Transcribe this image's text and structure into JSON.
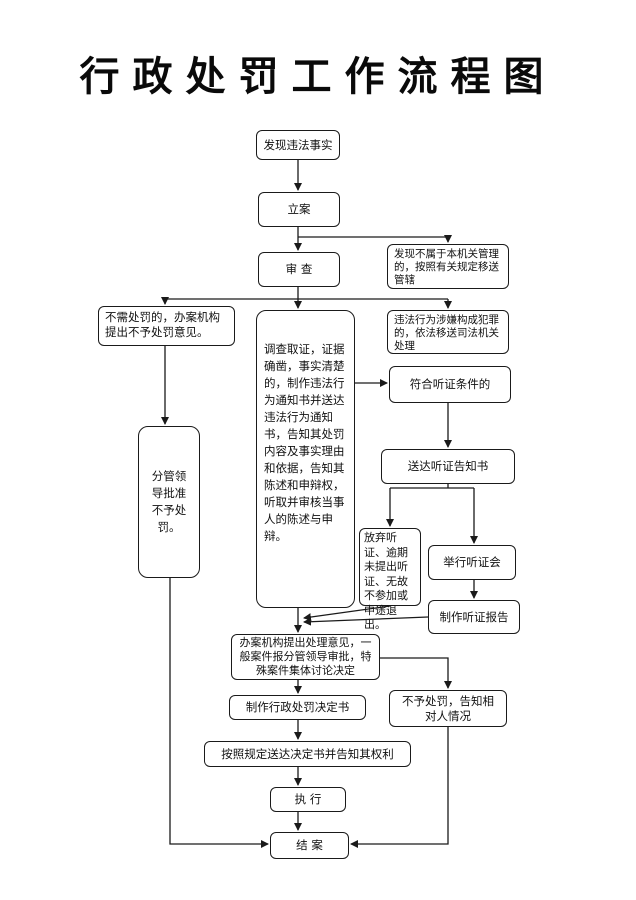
{
  "title": "行政处罚工作流程图",
  "nodes": {
    "discover": "发现违法事实",
    "file_case": "立案",
    "review": "审 查",
    "transfer_admin": "发现不属于本机关管理的，按照有关规定移送管辖",
    "no_penalty_needed": "不需处罚的，办案机构提出不予处罚意见。",
    "criminal_transfer": "违法行为涉嫌构成犯罪的，依法移送司法机关处理",
    "investigate": "调查取证，证据确凿，事实清楚的，制作违法行为通知书并送达违法行为通知书，告知其处罚内容及事实理由和依据，告知其陈述和申辩权，听取并审核当事人的陈述与申辩。",
    "hearing_eligible": "符合听证条件的",
    "leader_approve_no_penalty": "分管领导批准不予处罚。",
    "send_hearing_notice": "送达听证告知书",
    "waive_hearing": "放弃听证、逾期未提出听证、无故不参加或中途退出。",
    "hold_hearing": "举行听证会",
    "hearing_report": "制作听证报告",
    "handling_opinion": "办案机构提出处理意见，一般案件报分管领导审批，特殊案件集体讨论决定",
    "no_penalty_notify": "不予处罚，告知相对人情况",
    "make_decision": "制作行政处罚决定书",
    "deliver_decision": "按照规定送达决定书并告知其权利",
    "execute": "执 行",
    "close_case": "结 案"
  }
}
